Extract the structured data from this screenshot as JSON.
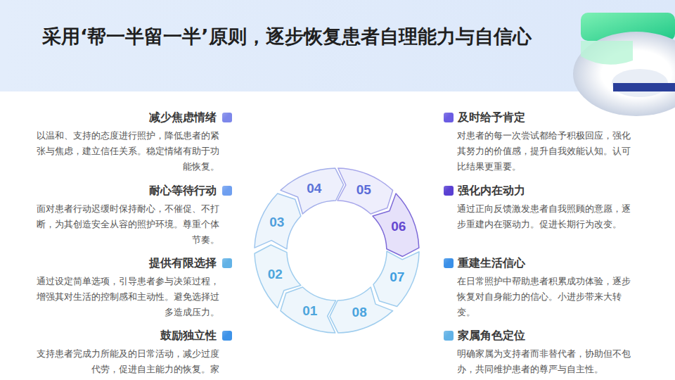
{
  "diagram": {
    "title": "采用‘帮一半留一半’原则，逐步恢复患者自理能力与自信心",
    "nodes": [
      {
        "text": [
          "01"
        ]
      },
      {
        "text": [
          "02"
        ]
      },
      {
        "text": [
          "03"
        ]
      },
      {
        "text": [
          "04"
        ]
      },
      {
        "text": [
          "05"
        ]
      },
      {
        "text": [
          "06"
        ]
      },
      {
        "text": [
          "07"
        ]
      },
      {
        "text": [
          "08"
        ]
      }
    ],
    "labels": [
      "减少焦虑情绪",
      "以温和、支持的态度进行照护，降低患者的紧张与焦虑，建立信任关系。稳定情绪有助于功能恢复。",
      "耐心等待行动",
      "面对患者行动迟缓时保持耐心，不催促、不打断，为其创造安全从容的照护环境。尊重个体节奏。",
      "提供有限选择",
      "通过设定简单选项，引导患者参与决策过程，增强其对生活的控制感和主动性。避免选择过多造成压力。",
      "鼓励独立性",
      "支持患者完成力所能及的日常活动，减少过度代劳，促进自主能力的恢复。家",
      "及时给予肯定",
      "对患者的每一次尝试都给予积极回应，强化其努力的价值感，提升自我效能认知。认可比结果更重要。",
      "强化内在动力",
      "通过正向反馈激发患者自我照顾的意愿，逐步重建内在驱动力。促进长期行为改变。",
      "重建生活信心",
      "在日常照护中帮助患者积累成功体验，逐步恢复对自身能力的信心。小进步带来大转变。",
      "家属角色定位",
      "明确家属为支持者而非替代者，协助但不包办，共同维护患者的尊严与自主性。"
    ]
  }
}
